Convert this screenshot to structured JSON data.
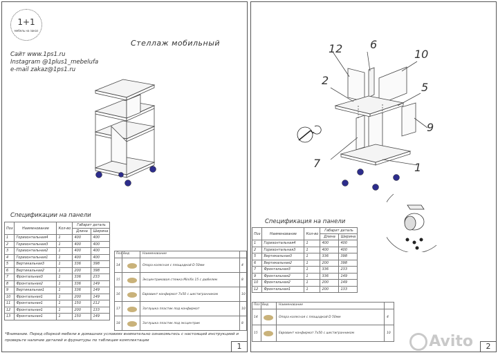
{
  "sheet1": {
    "logo_mark": "1+1",
    "logo_sub": "мебель на заказ",
    "title": "Стеллаж мобильный",
    "contacts": [
      "Сайт www.1ps1.ru",
      "Instagram @1plus1_mebelufa",
      "e-mail zakaz@1ps1.ru"
    ],
    "spec_title": "Спецификации на панели",
    "table_headers": [
      "Поз",
      "Наименование",
      "Кол-во",
      "Габарит деталь"
    ],
    "table_subheaders": [
      "Длина",
      "Ширина"
    ],
    "rows": [
      [
        "1",
        "Горизонтальная4",
        "1",
        "400",
        "400"
      ],
      [
        "2",
        "Горизонтальная3",
        "1",
        "400",
        "400"
      ],
      [
        "3",
        "Горизонтальная2",
        "1",
        "400",
        "400"
      ],
      [
        "4",
        "Горизонтальная1",
        "1",
        "400",
        "400"
      ],
      [
        "5",
        "Вертикальная3",
        "1",
        "336",
        "398"
      ],
      [
        "6",
        "Вертикальная2",
        "1",
        "200",
        "398"
      ],
      [
        "7",
        "Фронтальная3",
        "1",
        "336",
        "233"
      ],
      [
        "8",
        "Фронтальная2",
        "1",
        "336",
        "149"
      ],
      [
        "9",
        "Вертикальная1",
        "1",
        "336",
        "149"
      ],
      [
        "10",
        "Фронтальная1",
        "1",
        "200",
        "149"
      ],
      [
        "11",
        "Фронтальная1",
        "1",
        "150",
        "212"
      ],
      [
        "12",
        "Фронтальная1",
        "1",
        "200",
        "133"
      ],
      [
        "13",
        "Фронтальная1",
        "1",
        "150",
        "149"
      ]
    ],
    "fittings_headers": [
      "Поз",
      "Вид",
      "Наименование"
    ],
    "fittings": [
      {
        "pos": "14",
        "name": "Опора колесная с площадкой D 50мм",
        "qty": "4"
      },
      {
        "pos": "15",
        "name": "Эксцентриковая стяжка Minifix 15 с дюбелем",
        "qty": "8"
      },
      {
        "pos": "16",
        "name": "Евровинт конфирмат 7х50 с шестигранником",
        "qty": "10"
      },
      {
        "pos": "17",
        "name": "Заглушка пластик под конфирмат",
        "qty": "10"
      },
      {
        "pos": "18",
        "name": "Заглушка пластик под эксцентрик",
        "qty": "8"
      }
    ],
    "note": "*Внимание. Перед сборкой мебели в домашних условиях внимательно ознакомьтесь с настоящей инструкцией и проверьте наличие деталей и фурнитуры по таблицам комплектации",
    "page": "1"
  },
  "sheet2": {
    "callouts": [
      "12",
      "6",
      "10",
      "2",
      "5",
      "9",
      "7",
      "1"
    ],
    "spec_title": "Спецификация на панели",
    "table_headers": [
      "Поз",
      "Наименование",
      "Кол-во",
      "Габарит деталь"
    ],
    "table_subheaders": [
      "Длина",
      "Ширина"
    ],
    "rows": [
      [
        "1",
        "Горизонтальная4",
        "1",
        "400",
        "400"
      ],
      [
        "2",
        "Горизонтальная3",
        "1",
        "400",
        "400"
      ],
      [
        "5",
        "Вертикальная3",
        "1",
        "336",
        "398"
      ],
      [
        "6",
        "Вертикальная2",
        "1",
        "200",
        "398"
      ],
      [
        "7",
        "Фронтальная3",
        "1",
        "336",
        "233"
      ],
      [
        "9",
        "Фронтальная2",
        "1",
        "336",
        "149"
      ],
      [
        "10",
        "Фронтальная2",
        "1",
        "200",
        "149"
      ],
      [
        "12",
        "Фронтальная1",
        "1",
        "200",
        "133"
      ]
    ],
    "fittings_headers": [
      "Поз",
      "Вид",
      "Наименование"
    ],
    "fittings": [
      {
        "pos": "14",
        "name": "Опора колесная с площадкой D 50мм",
        "qty": "4"
      },
      {
        "pos": "15",
        "name": "Евровинт конфирмат 7х50 с шестигранником",
        "qty": "10"
      }
    ],
    "page": "2"
  },
  "watermark": "Avito"
}
